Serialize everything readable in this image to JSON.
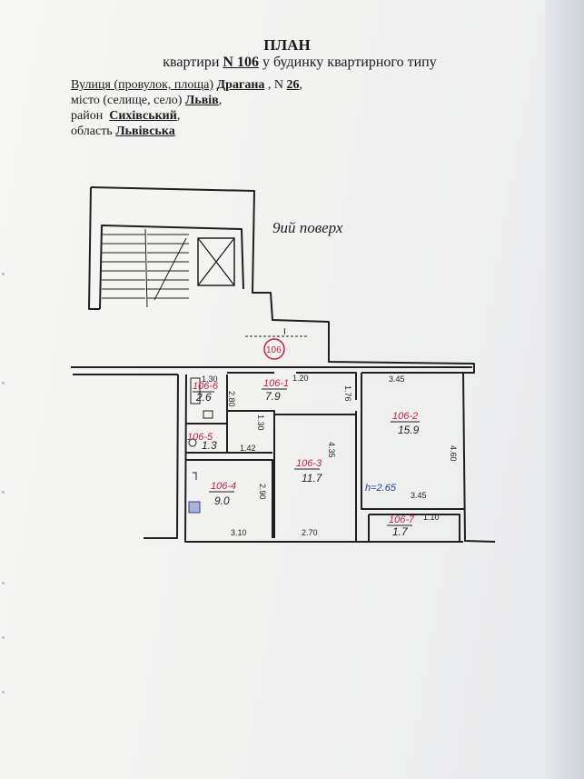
{
  "header": {
    "title": "ПЛАН",
    "subtitle_prefix": "квартири",
    "apartment_number": "N 106",
    "subtitle_suffix": "у будинку квартирного типу"
  },
  "address": {
    "street_label": "Вулиця (провулок, площа)",
    "street_value": "Драгана",
    "number_label": ", N",
    "number_value": "26",
    "city_label": "місто (селище, село)",
    "city_value": "Львів",
    "district_label": "район",
    "district_value": "Сихівський",
    "region_label": "область",
    "region_value": "Львівська"
  },
  "plan": {
    "floor_note": "9ий поверх",
    "corridor_mark": "I",
    "apartment_circle": "106",
    "ceiling_height": "h=2.65",
    "rooms": [
      {
        "id": "106-1",
        "area": "7.9"
      },
      {
        "id": "106-2",
        "area": "15.9"
      },
      {
        "id": "106-3",
        "area": "11.7"
      },
      {
        "id": "106-4",
        "area": "9.0"
      },
      {
        "id": "106-5",
        "area": "1.3"
      },
      {
        "id": "106-6",
        "area": "2.6"
      },
      {
        "id": "106-7",
        "area": "1.7"
      }
    ],
    "dimensions": {
      "d_345": "3.45",
      "d_460": "4.60",
      "d_345b": "3.45",
      "d_120": "1.20",
      "d_130": "1.30",
      "d_176": "1.76",
      "d_280": "2.80",
      "d_130b": "1.30",
      "d_142": "1.42",
      "d_435": "4.35",
      "d_290": "2.90",
      "d_310": "3.10",
      "d_270": "2.70",
      "d_110": "1.10"
    }
  },
  "colors": {
    "ink": "#1f1f1f",
    "red_ink": "#c81e3c",
    "blue_ink": "#2a3fa3"
  }
}
